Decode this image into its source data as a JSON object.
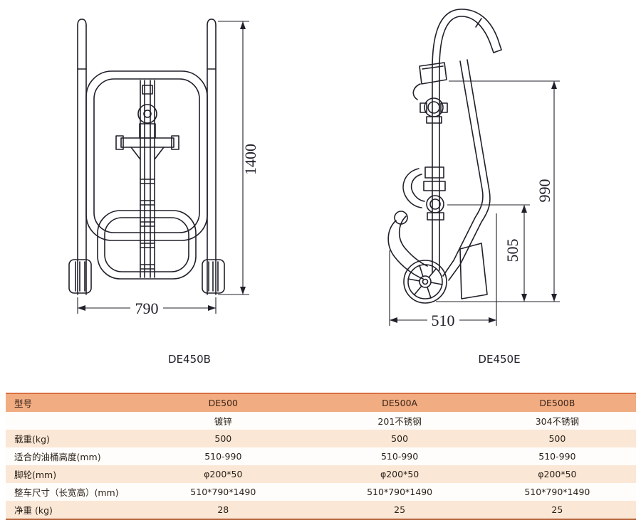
{
  "drawing": {
    "front_view": {
      "label": "DE450B",
      "height_dim": "1400",
      "width_dim": "790"
    },
    "side_view": {
      "label": "DE450E",
      "overall_height_dim": "990",
      "lower_height_dim": "505",
      "depth_dim": "510"
    },
    "line_color": "#20202b"
  },
  "table": {
    "accent_color": "#f1ac82",
    "stripe_color": "#fbe7d6",
    "border_color": "#d96f3f",
    "header": [
      "型号",
      "DE500",
      "DE500A",
      "DE500B"
    ],
    "rows": [
      {
        "label": "",
        "values": [
          "镀锌",
          "201不锈钢",
          "304不锈钢"
        ]
      },
      {
        "label": "载重(kg)",
        "values": [
          "500",
          "500",
          "500"
        ]
      },
      {
        "label": "适合的油桶高度(mm)",
        "values": [
          "510-990",
          "510-990",
          "510-990"
        ]
      },
      {
        "label": "脚轮(mm)",
        "values": [
          "φ200*50",
          "φ200*50",
          "φ200*50"
        ]
      },
      {
        "label": "整车尺寸（长宽高）(mm)",
        "values": [
          "510*790*1490",
          "510*790*1490",
          "510*790*1490"
        ]
      },
      {
        "label": "净重 (kg)",
        "values": [
          "28",
          "25",
          "25"
        ]
      }
    ]
  }
}
